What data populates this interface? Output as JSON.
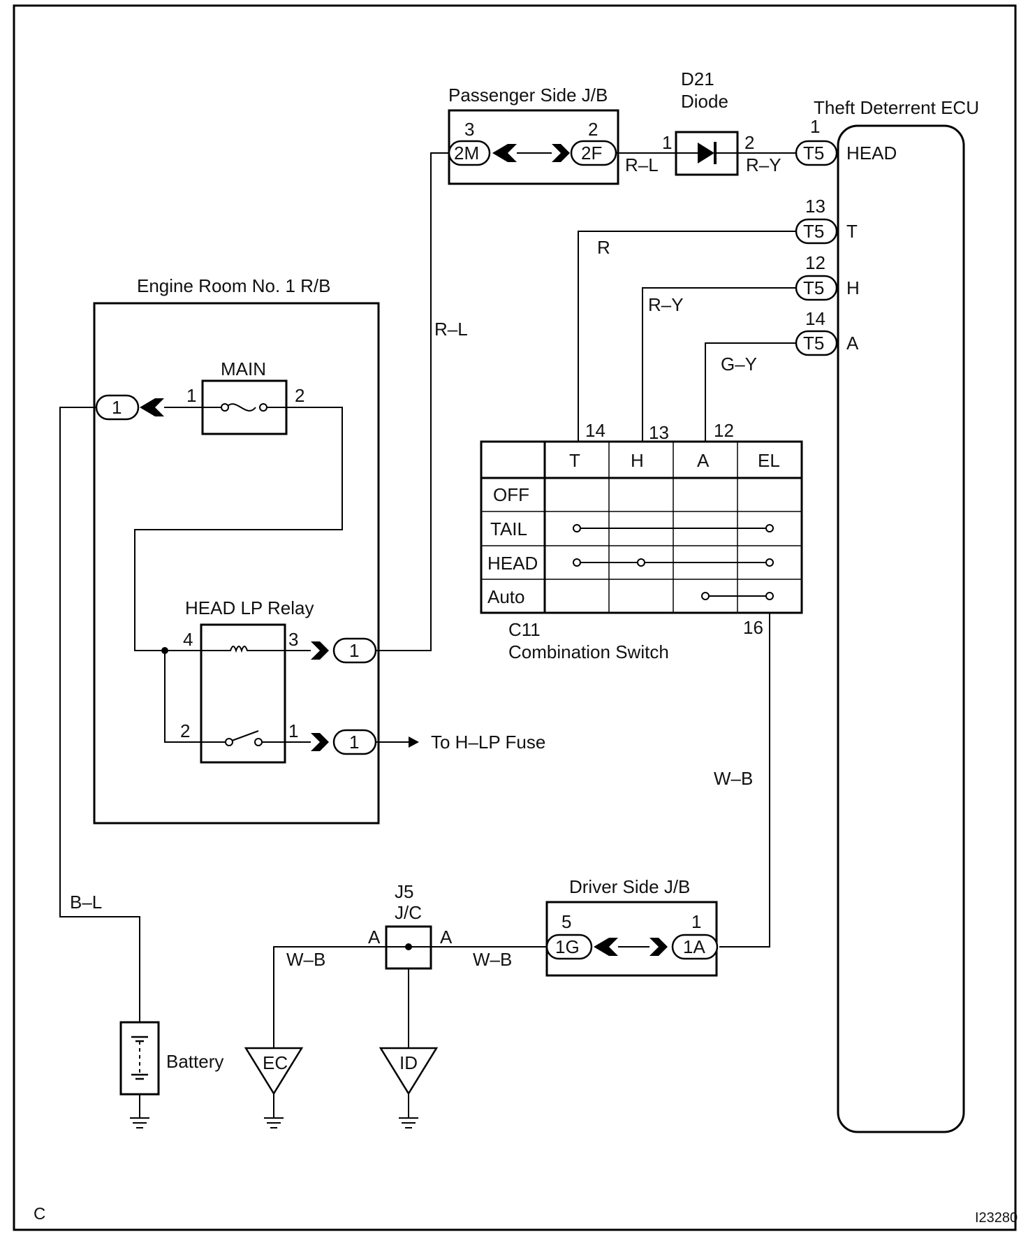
{
  "components": {
    "passenger_jb": "Passenger Side J/B",
    "diode_id": "D21",
    "diode_name": "Diode",
    "ecu": "Theft Deterrent ECU",
    "engine_rb": "Engine Room No. 1 R/B",
    "main_fuse": "MAIN",
    "relay": "HEAD LP Relay",
    "switch_id": "C11",
    "switch_name": "Combination Switch",
    "driver_jb": "Driver Side J/B",
    "jc_id": "J5",
    "jc_name": "J/C",
    "battery": "Battery",
    "to_fuse": "To H–LP Fuse"
  },
  "connectors": {
    "c2m": "2M",
    "c2f": "2F",
    "t5": "T5",
    "c1": "1",
    "c1g": "1G",
    "c1a": "1A"
  },
  "pins": {
    "p3": "3",
    "p2": "2",
    "p1": "1",
    "p13": "13",
    "p12": "12",
    "p14": "14",
    "p4": "4",
    "p16": "16",
    "p5": "5",
    "pA": "A"
  },
  "ecu_terminals": {
    "head": "HEAD",
    "t": "T",
    "h": "H",
    "a": "A"
  },
  "wire_colors": {
    "rl": "R–L",
    "ry": "R–Y",
    "r": "R",
    "gy": "G–Y",
    "wb": "W–B",
    "bl": "B–L"
  },
  "switch_table": {
    "columns": [
      "T",
      "H",
      "A",
      "EL"
    ],
    "rows": [
      "OFF",
      "TAIL",
      "HEAD",
      "Auto"
    ]
  },
  "grounds": {
    "ec": "EC",
    "id": "ID"
  },
  "corner": {
    "left": "C",
    "right": "I23280"
  }
}
